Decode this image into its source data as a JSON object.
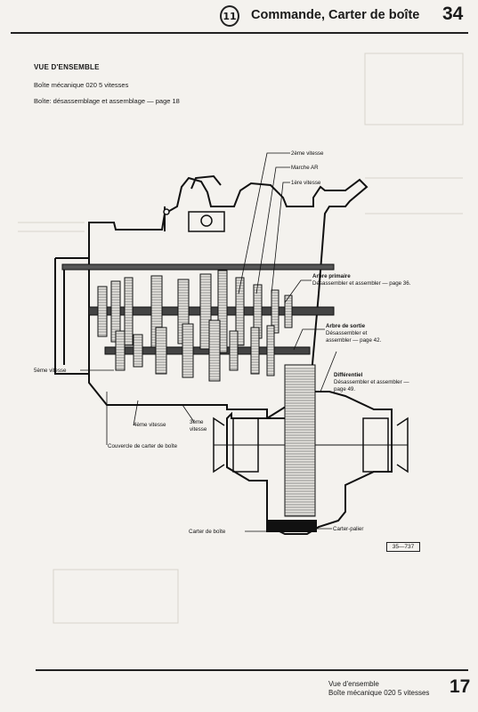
{
  "header": {
    "section_number": "11",
    "title": "Commande, Carter de boîte",
    "page": "34"
  },
  "intro": {
    "section_title": "VUE D'ENSEMBLE",
    "line1": "Boîte mécanique 020 5 vitesses",
    "line2": "Boîte: désassemblage et assemblage — page 18"
  },
  "figure": {
    "labels": {
      "gear2": "2ème vitesse",
      "reverse": "Marche AR",
      "gear1": "1ère vitesse",
      "primary_shaft": "Arbre primaire",
      "primary_shaft_note": "Désassembler et assembler — page 36.",
      "output_shaft": "Arbre de sortie",
      "output_shaft_note1": "Désassembler et",
      "output_shaft_note2": "assembler — page 42.",
      "differential": "Différentiel",
      "differential_note1": "Désassembler et assembler —",
      "differential_note2": "page 49.",
      "gear5": "5ème vitesse",
      "gear4": "4ème vitesse",
      "gear3_a": "3ème",
      "gear3_b": "vitesse",
      "gearbox_cover": "Couvercle de carter de boîte",
      "gearbox_housing": "Carter de boîte",
      "bearing_housing": "Carter-palier"
    },
    "ref": "35—737"
  },
  "footer": {
    "line1": "Vue d'ensemble",
    "line2": "Boîte mécanique 020 5 vitesses",
    "page": "17"
  }
}
